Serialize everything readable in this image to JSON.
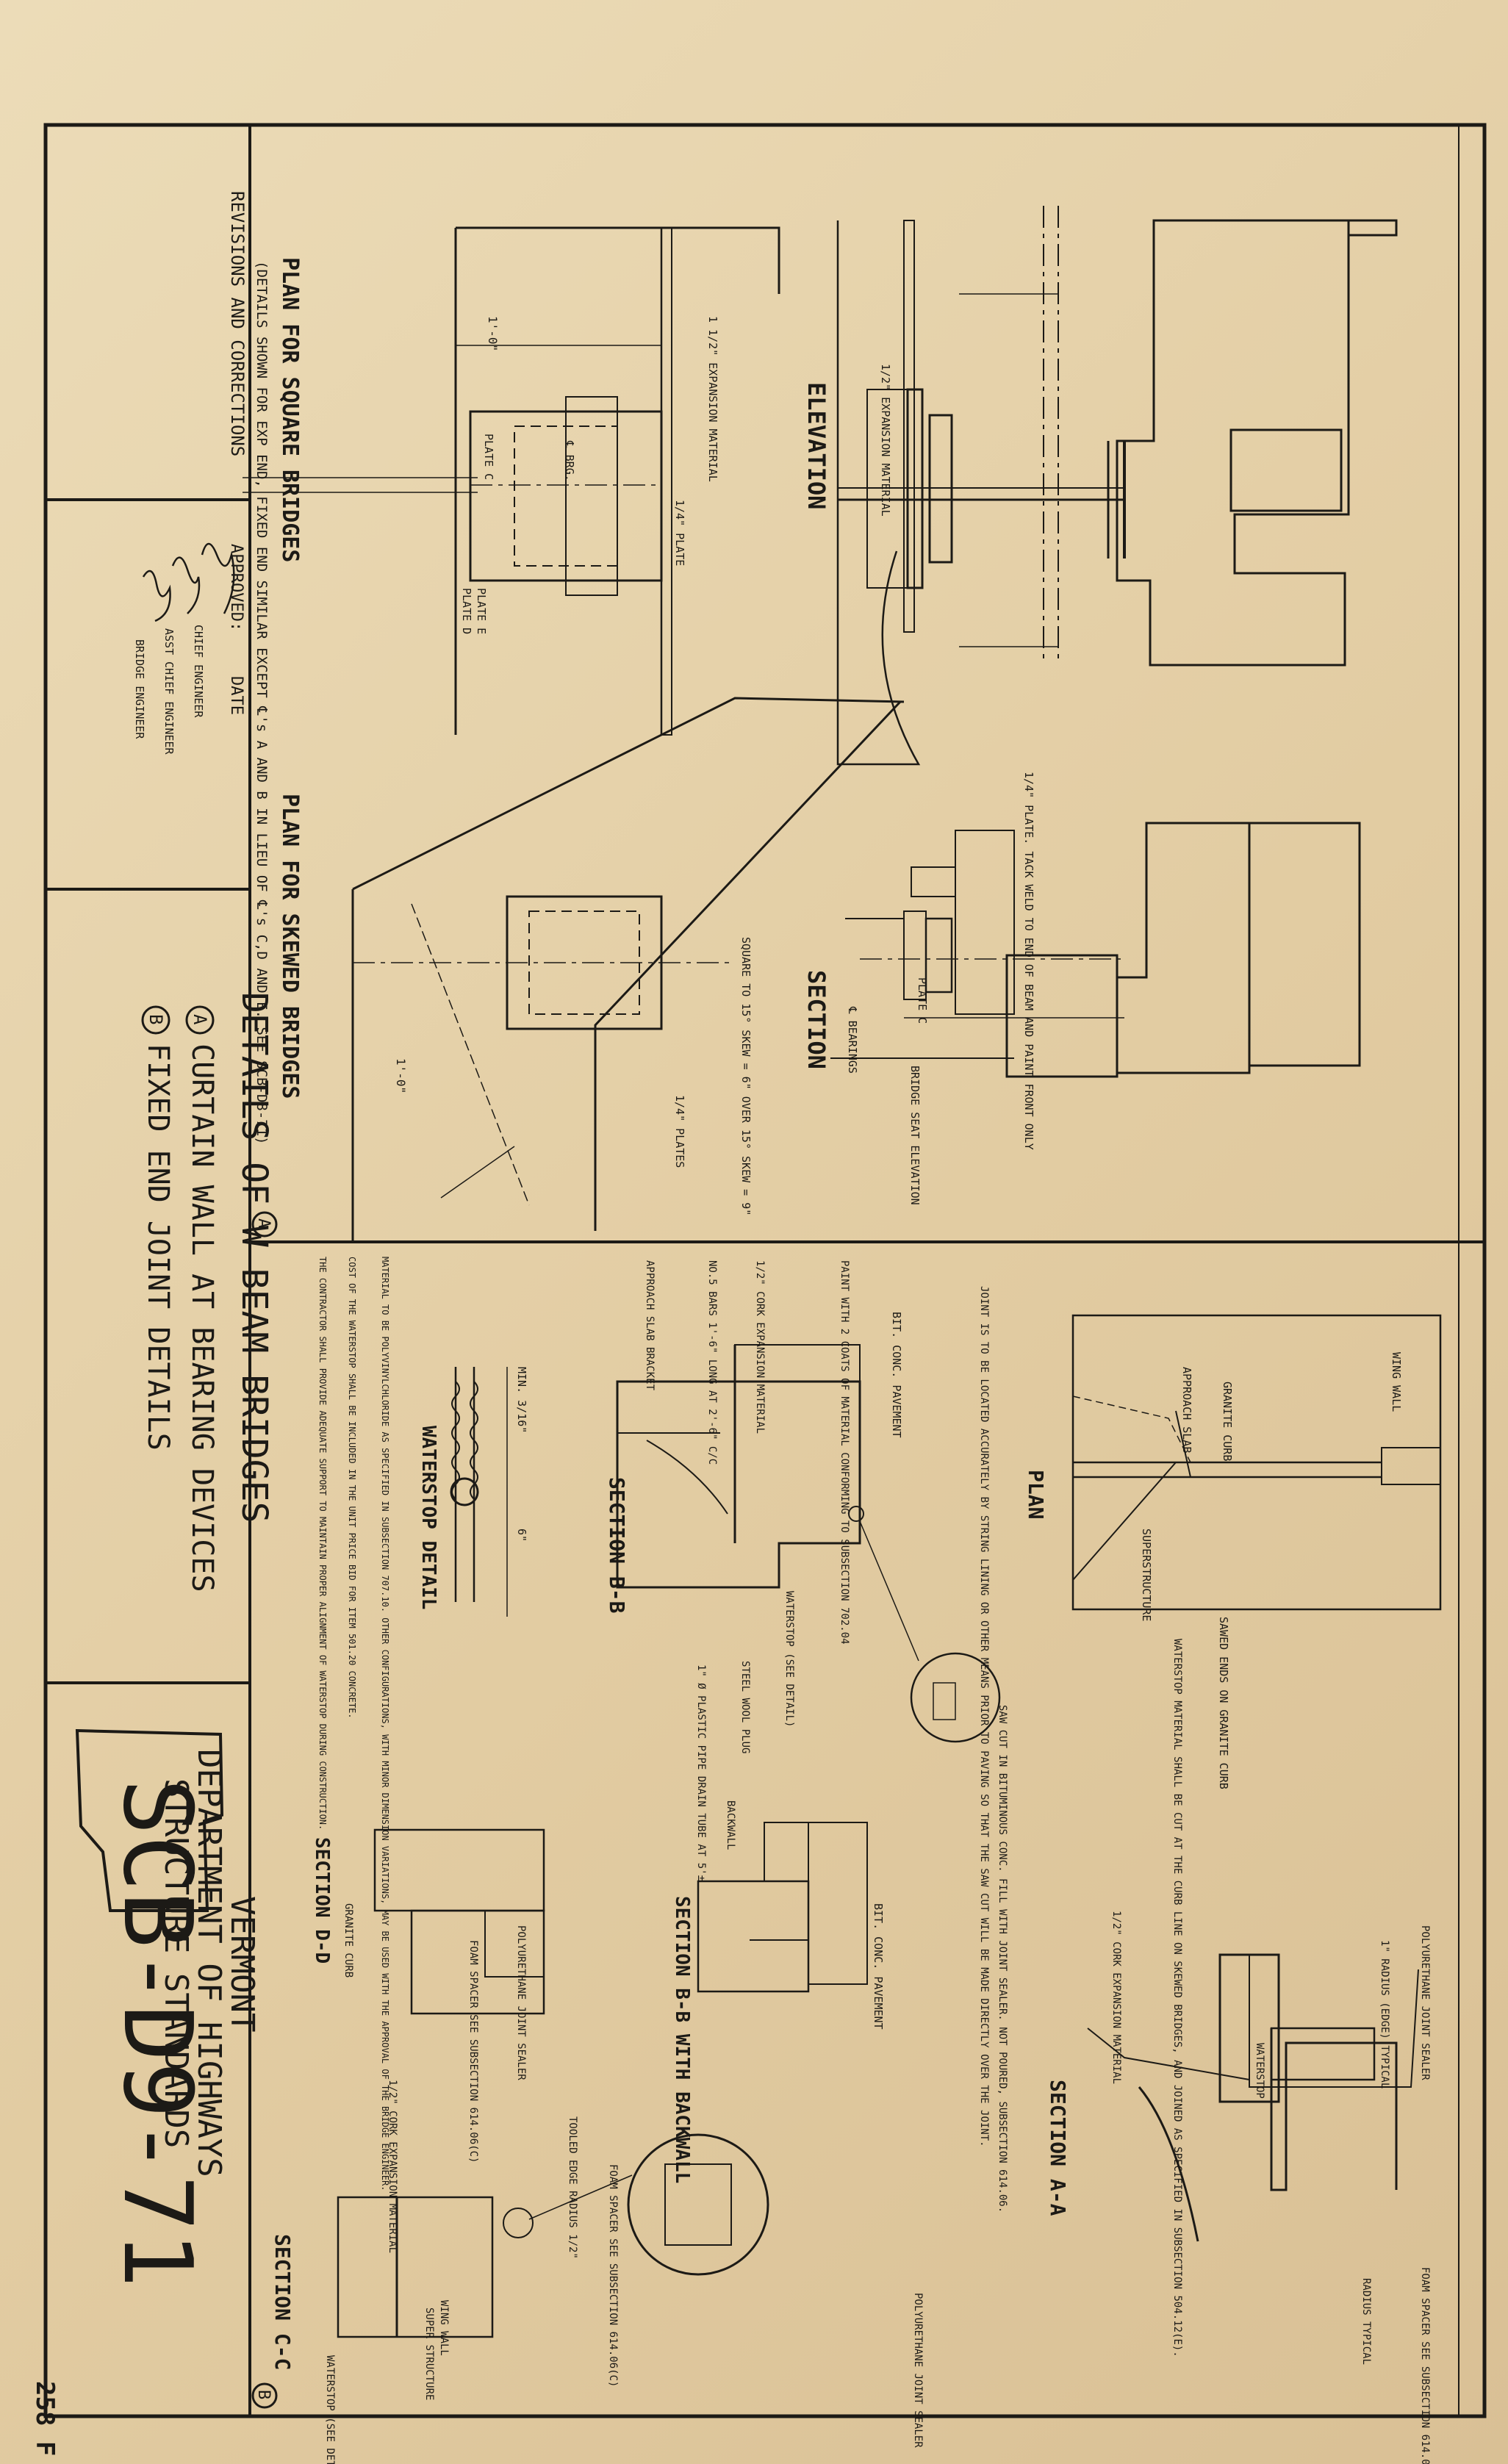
{
  "sheet": {
    "agency": "VERMONT",
    "department": "DEPARTMENT OF HIGHWAYS",
    "series": "STRUCTURE STANDARDS",
    "number": "SCB-D9-71",
    "title": "DETAILS OF W BEAM BRIDGES",
    "item_a_marker": "A",
    "item_a": "CURTAIN WALL AT BEARING DEVICES",
    "item_b_marker": "B",
    "item_b": "FIXED END JOINT DETAILS",
    "revisions": "REVISIONS AND CORRECTIONS",
    "approved": "APPROVED:",
    "date": "DATE",
    "chief_engineer": "CHIEF ENGINEER",
    "asst_chief_engineer": "ASST CHIEF ENGINEER",
    "bridge_engineer": "BRIDGE ENGINEER",
    "margin_mark": "258 F"
  },
  "part_a": {
    "plan_square": "PLAN FOR SQUARE BRIDGES",
    "plan_square_note": "(DETAILS SHOWN FOR EXP END, FIXED END SIMILAR EXCEPT ℄'s A AND B IN LIEU OF ℄'s C,D AND E. SEE SCB-D8-71)",
    "plan_skewed": "PLAN FOR SKEWED BRIDGES",
    "elevation": "ELEVATION",
    "section": "SECTION",
    "labels": {
      "exp_material_1_half": "1 1/2\" EXPANSION MATERIAL",
      "exp_material_half": "1/2\" EXPANSION MATERIAL",
      "plate_quarter": "1/4\" PLATE",
      "plates_quarter": "1/4\" PLATES",
      "plate_c": "PLATE C",
      "plate_d": "PLATE D",
      "plate_e": "PLATE E",
      "brg": "℄ BRG.",
      "bearings": "℄ BEARINGS",
      "bridge_seat": "BRIDGE SEAT ELEVATION",
      "tack_weld": "1/4\" PLATE. TACK WELD TO END OF BEAM AND PAINT FRONT ONLY",
      "square_to_skew": "SQUARE TO 15° SKEW = 6\" OVER 15° SKEW = 9\"",
      "one_foot": "1'-0\""
    }
  },
  "part_b": {
    "plan": "PLAN",
    "section_aa": "SECTION A-A",
    "section_bb": "SECTION B-B",
    "section_bb_backwall": "SECTION B-B WITH BACKWALL",
    "section_cc": "SECTION C-C",
    "section_dd": "SECTION D-D",
    "waterstop_detail": "WATERSTOP DETAIL",
    "labels": {
      "wing_wall": "WING WALL",
      "granite_curb": "GRANITE CURB",
      "approach_slab": "APPROACH SLAB",
      "superstructure": "SUPERSTRUCTURE",
      "sawed_ends": "SAWED ENDS ON GRANITE CURB",
      "waterstop_material": "WATERSTOP MATERIAL SHALL BE CUT AT THE CURB LINE ON SKEWED BRIDGES, AND JOINED AS SPECIFIED IN SUBSECTION 504.12(E).",
      "saw_cut": "SAW CUT IN BITUMINOUS CONC. FILL WITH JOINT SEALER. NOT POURED, SUBSECTION 614.06.",
      "joint_note": "JOINT IS TO BE LOCATED ACCURATELY BY STRING LINING OR OTHER MEANS PRIOR TO PAVING SO THAT THE SAW CUT WILL BE MADE DIRECTLY OVER THE JOINT.",
      "bit_conc_pavement": "BIT. CONC. PAVEMENT",
      "paint_coats": "PAINT WITH 2 COATS OF MATERIAL CONFORMING TO SUBSECTION 702.04",
      "cork": "1/2\" CORK EXPANSION MATERIAL",
      "no5_bars": "NO.5 BARS 1'-6\" LONG AT 2'-6\" C/C",
      "approach_slab_bracket": "APPROACH SLAB BRACKET",
      "waterstop_see_detail": "WATERSTOP (SEE DETAIL)",
      "steel_wool_plug": "STEEL WOOL PLUG",
      "drain_tube": "1\" Ø PLASTIC PIPE DRAIN TUBE AT 5'±",
      "backwall": "BACKWALL",
      "polyurethane": "POLYURETHANE JOINT SEALER",
      "foam_spacer": "FOAM SPACER SEE SUBSECTION 614.06(C)",
      "radius_typical": "RADIUS TYPICAL",
      "edge_typical": "1\" RADIUS (EDGE) TYPICAL",
      "tooled_edge": "TOOLED EDGE RADIUS 1/2\"",
      "waterstop": "WATERSTOP",
      "wing": "WING WALL",
      "superstructure_short": "SUPER STRUCTURE",
      "min": "MIN. 3/16\"",
      "six_in": "6\"",
      "spec_text": "MATERIAL TO BE POLYVINYLCHLORIDE AS SPECIFIED IN SUBSECTION 707.10. OTHER CONFIGURATIONS, WITH MINOR DIMENSION VARIATIONS, MAY BE USED WITH THE APPROVAL OF THE BRIDGE ENGINEER.",
      "cost_text": "COST OF THE WATERSTOP SHALL BE INCLUDED IN THE UNIT PRICE BID FOR ITEM 501.20 CONCRETE.",
      "contractor_text": "THE CONTRACTOR SHALL PROVIDE ADEQUATE SUPPORT TO MAINTAIN PROPER ALIGNMENT OF WATERSTOP DURING CONSTRUCTION."
    }
  },
  "colors": {
    "paper": "#e6d3ae",
    "ink": "#1c1a16"
  }
}
